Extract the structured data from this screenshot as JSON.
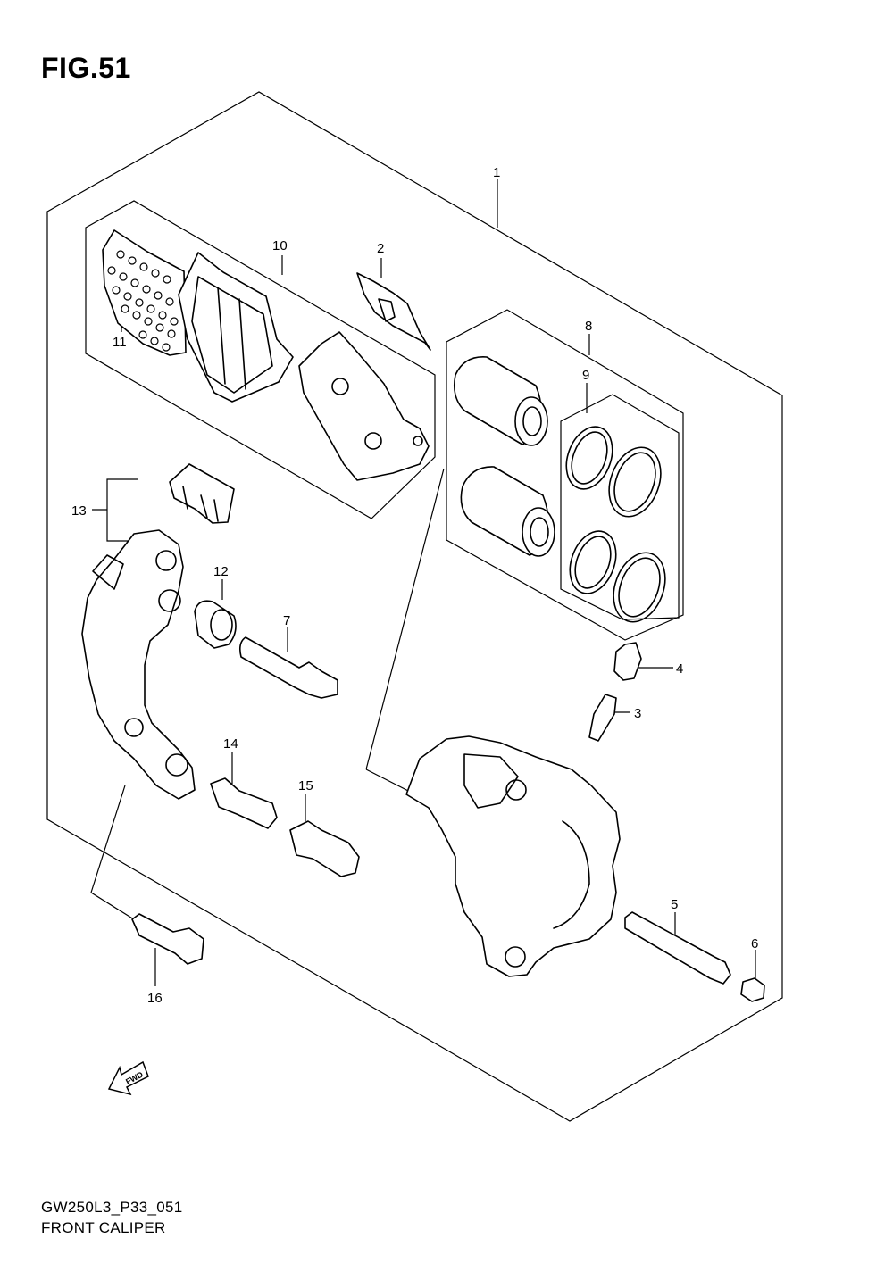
{
  "figure": {
    "title": "FIG.51"
  },
  "footer": {
    "code": "GW250L3_P33_051",
    "caption": "FRONT CALIPER"
  },
  "fwd_label": "FWD",
  "callouts": [
    "1",
    "2",
    "3",
    "4",
    "5",
    "6",
    "7",
    "8",
    "9",
    "10",
    "11",
    "12",
    "13",
    "14",
    "15",
    "16"
  ]
}
